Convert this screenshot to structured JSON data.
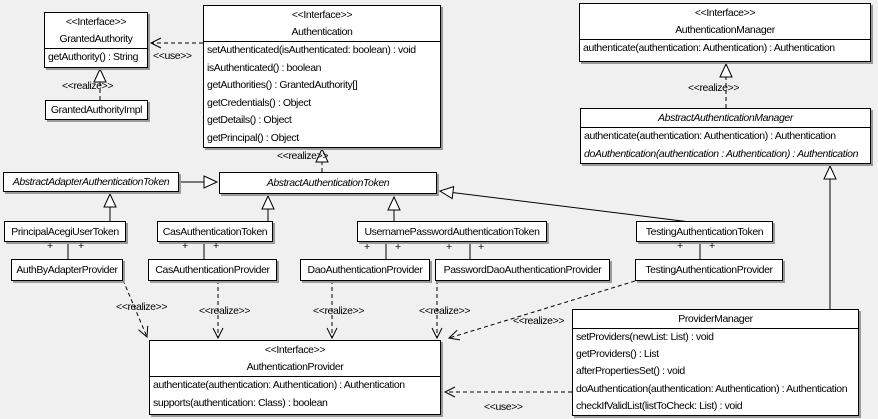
{
  "colors": {
    "background": "#f0f0f0",
    "box_fill": "#ffffff",
    "line": "#000000",
    "shadow": "#9a9a9a"
  },
  "labels": {
    "use": "&lt;&lt;use&gt;&gt;",
    "realize": "<<realize>>",
    "use_plain": "<<use>>",
    "plus": "+"
  },
  "classes": {
    "granted_authority": {
      "stereotype": "<<Interface>>",
      "name": "GrantedAuthority",
      "methods": [
        "getAuthority() : String"
      ]
    },
    "granted_authority_impl": {
      "name": "GrantedAuthorityImpl"
    },
    "authentication": {
      "stereotype": "<<Interface>>",
      "name": "Authentication",
      "methods": [
        "setAuthenticated(isAuthenticated: boolean) : void",
        "isAuthenticated() : boolean",
        "getAuthorities() : GrantedAuthority[]",
        "getCredentials() : Object",
        "getDetails() : Object",
        "getPrincipal() : Object"
      ]
    },
    "authentication_manager": {
      "stereotype": "<<Interface>>",
      "name": "AuthenticationManager",
      "methods": [
        "authenticate(authentication: Authentication) : Authentication"
      ]
    },
    "abstract_authentication_manager": {
      "name": "AbstractAuthenticationManager",
      "methods": [
        "authenticate(authentication: Authentication) : Authentication",
        "doAuthentication(authentication : Authentication) : Authentication"
      ]
    },
    "abstract_adapter_authentication_token": {
      "name": "AbstractAdapterAuthenticationToken"
    },
    "abstract_authentication_token": {
      "name": "AbstractAuthenticationToken"
    },
    "principal_acegi_user_token": {
      "name": "PrincipalAcegiUserToken"
    },
    "cas_authentication_token": {
      "name": "CasAuthenticationToken"
    },
    "username_password_authentication_token": {
      "name": "UsernamePasswordAuthenticationToken"
    },
    "testing_authentication_token": {
      "name": "TestingAuthenticationToken"
    },
    "auth_by_adapter_provider": {
      "name": "AuthByAdapterProvider"
    },
    "cas_authentication_provider": {
      "name": "CasAuthenticationProvider"
    },
    "dao_authentication_provider": {
      "name": "DaoAuthenticationProvider"
    },
    "password_dao_authentication_provider": {
      "name": "PasswordDaoAuthenticationProvider"
    },
    "testing_authentication_provider": {
      "name": "TestingAuthenticationProvider"
    },
    "authentication_provider": {
      "stereotype": "<<Interface>>",
      "name": "AuthenticationProvider",
      "methods": [
        "authenticate(authentication: Authentication) : Authentication",
        "supports(authentication: Class) : boolean"
      ]
    },
    "provider_manager": {
      "name": "ProviderManager",
      "methods": [
        "setProviders(newList: List) : void",
        "getProviders() : List",
        "afterPropertiesSet() : void",
        "doAuthentication(authentication: Authentication) : Authentication",
        "checkIfValidList(listToCheck: List) : void"
      ]
    }
  }
}
